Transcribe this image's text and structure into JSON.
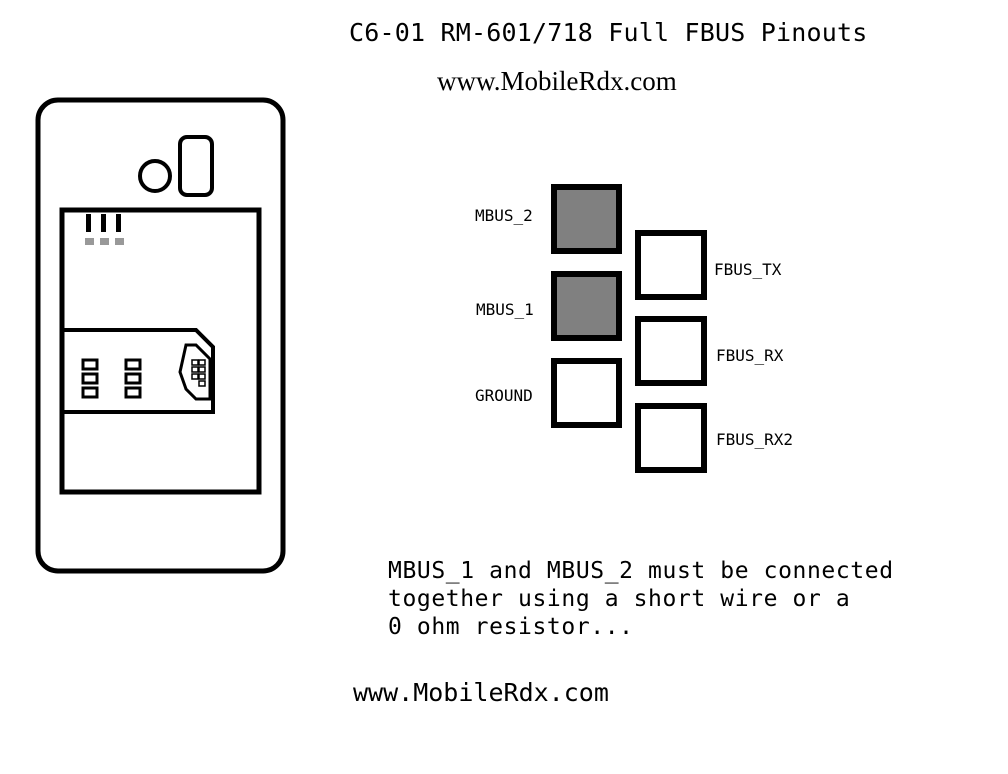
{
  "title": "C6-01 RM-601/718 Full FBUS Pinouts",
  "site_top": "www.MobileRdx.com",
  "site_bottom": "www.MobileRdx.com",
  "note_lines": [
    "MBUS_1 and MBUS_2 must be connected",
    "together using a short wire or a",
    "0 ohm resistor..."
  ],
  "pins": {
    "mbus2": "MBUS_2",
    "mbus1": "MBUS_1",
    "ground": "GROUND",
    "fbus_tx": "FBUS_TX",
    "fbus_rx": "FBUS_RX",
    "fbus_rx2": "FBUS_RX2"
  },
  "colors": {
    "mbus_pad_fill": "#808080",
    "open_pad_fill": "#ffffff",
    "outline": "#000000",
    "battery_contact_gray": "#999999"
  }
}
